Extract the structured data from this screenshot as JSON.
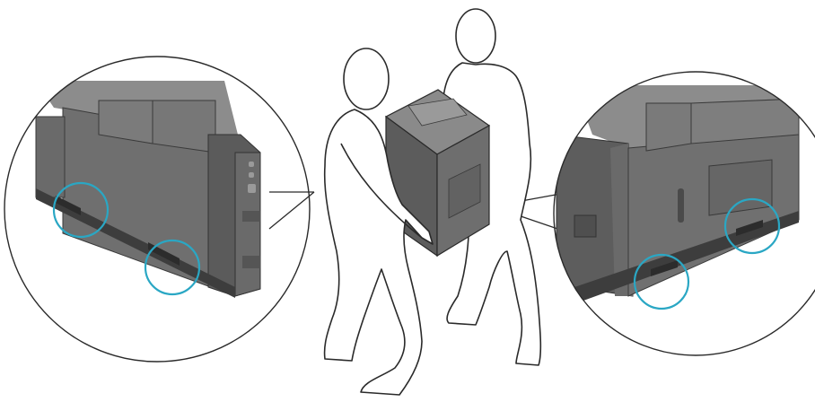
{
  "figure": {
    "kind": "printer-lifting-instruction",
    "people_count": 2,
    "detail_views": [
      "left-grip-positions",
      "right-grip-positions"
    ],
    "highlight_circles_per_view": 2
  },
  "colors": {
    "background": "#ffffff",
    "outline": "#2a2a2a",
    "printer_body": "#6f6f6f",
    "printer_dark": "#4a4a4a",
    "printer_light": "#8c8c8c",
    "highlight": "#2aa7c4"
  },
  "icons": {
    "person_left": "person-silhouette-icon",
    "person_right": "person-silhouette-icon",
    "printer": "printer-icon",
    "highlight": "circle-highlight-icon"
  }
}
